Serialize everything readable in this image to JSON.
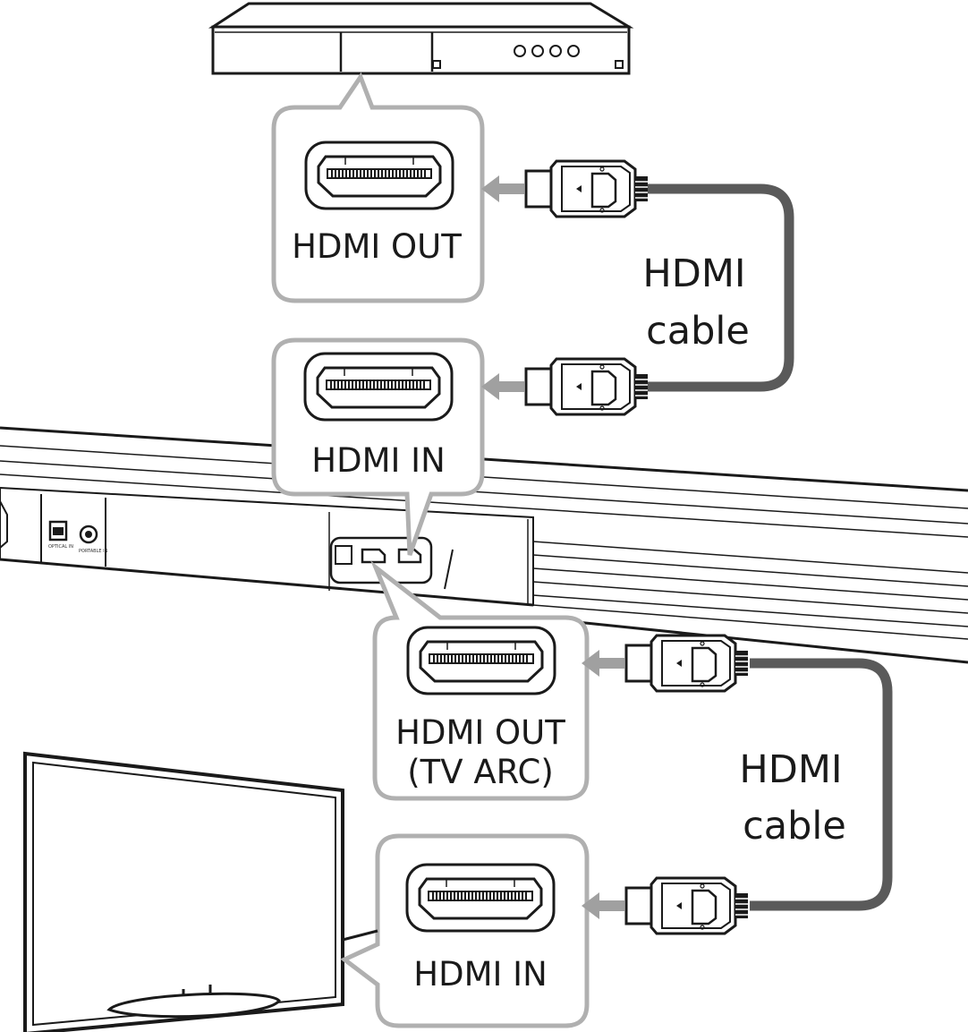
{
  "labels": {
    "player_hdmi_out": "HDMI OUT",
    "soundbar_hdmi_in": "HDMI IN",
    "soundbar_hdmi_out_line1": "HDMI OUT",
    "soundbar_hdmi_out_line2": "(TV ARC)",
    "tv_hdmi_in": "HDMI IN",
    "cable1_line1": "HDMI",
    "cable1_line2": "cable",
    "cable2_line1": "HDMI",
    "cable2_line2": "cable",
    "optical_in": "OPTICAL IN",
    "portable_in": "PORTABLE IN"
  },
  "colors": {
    "outline": "#1a1a1a",
    "callout_border": "#b0b0b0",
    "arrow": "#a0a0a0",
    "cable": "#5a5a5a"
  }
}
